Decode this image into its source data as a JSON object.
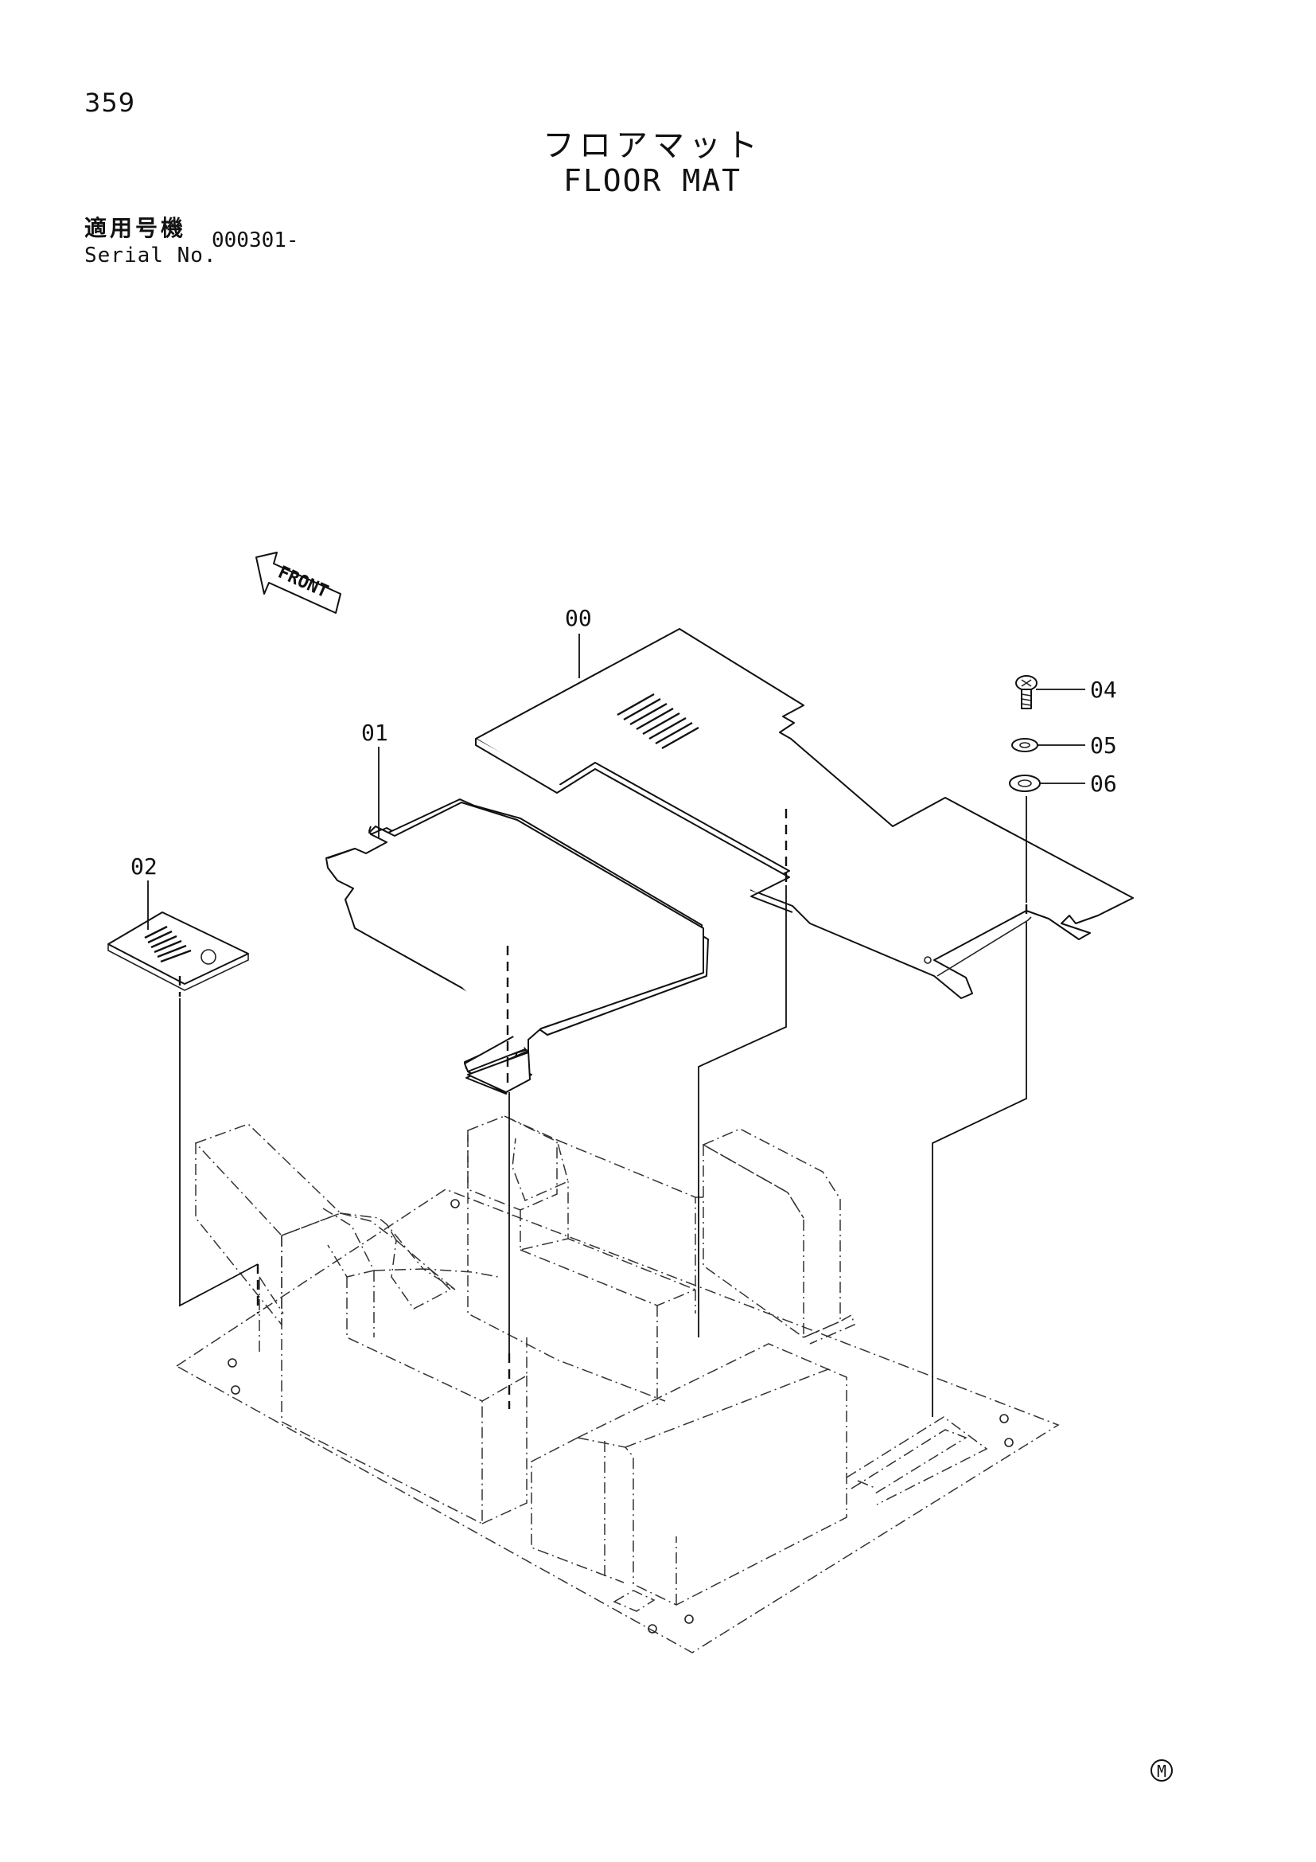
{
  "header": {
    "page_number": "359",
    "title_jp": "フロアマット",
    "title_en": "FLOOR MAT",
    "serial_label_jp": "適用号機",
    "serial_label_en": "Serial No.",
    "serial_value": "000301-"
  },
  "diagram": {
    "front_label": "FRONT",
    "callouts": [
      "00",
      "01",
      "02",
      "04",
      "05",
      "06"
    ],
    "mark": "M"
  }
}
